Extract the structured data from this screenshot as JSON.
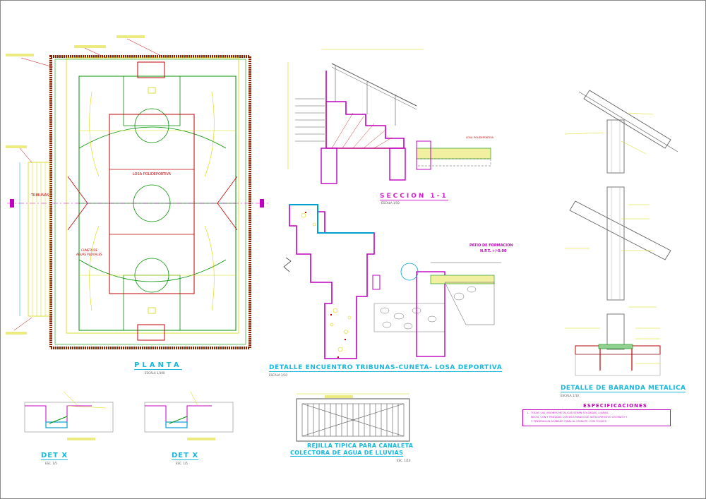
{
  "titles": {
    "planta": "PLANTA",
    "planta_scale": "ESCALA 1/100",
    "seccion": "SECCION 1-1",
    "seccion_scale": "ESCALA 1/50",
    "detalle_encuentro": "DETALLE  ENCUENTRO  TRIBUNAS-CUNETA- LOSA DEPORTIVA",
    "detalle_encuentro_scale": "ESCALA 1/10",
    "detalle_baranda": "DETALLE  DE BARANDA METALICA",
    "detalle_baranda_scale": "ESCALA 1/10",
    "det_x_1": "DET X",
    "det_x_1_scale": "ESC. 1/5",
    "det_x_2": "DET X",
    "det_x_2_scale": "ESC. 1/5",
    "rejilla_line1": "REJILLA TIPICA PARA CANALETA",
    "rejilla_line2": "COLECTORA DE AGUA DE LLUVIAS",
    "rejilla_scale": "ESC. 1/10"
  },
  "plan_labels": {
    "losa": "LOSA POLIDEPORTIVA",
    "tribunas": "TRIBUNAS",
    "cuneta": "CUNETA DE",
    "cuneta2": "AGUAS PLUVIALES"
  },
  "detail_labels": {
    "patio": "PATIO DE FORMACION",
    "npt": "N.P.T. +/-0.00",
    "losa_poli": "LOSA POLIDEPORTIVA"
  },
  "specifications": {
    "heading": "ESPECIFICACIONES",
    "line1": "1.- TODAS LAS UNIONES METALICAS SERAN SOLDADAS, LIJADAS,",
    "line2": "PASTA, CON Y PINTADAS CON DOS MANOS DE ANTICORROSIVO CROMATO Y",
    "line3": "Y TENDRAN UN ACABADO FINAL AL ESMALTE, CON TOQUES"
  },
  "colors": {
    "title": "#17b8e0",
    "magenta": "#c000c0",
    "court_red": "#c00000",
    "court_green": "#009000",
    "court_yellow": "#d8d800",
    "frame": "#8b2500",
    "dim_cyan": "#00a0d0"
  }
}
